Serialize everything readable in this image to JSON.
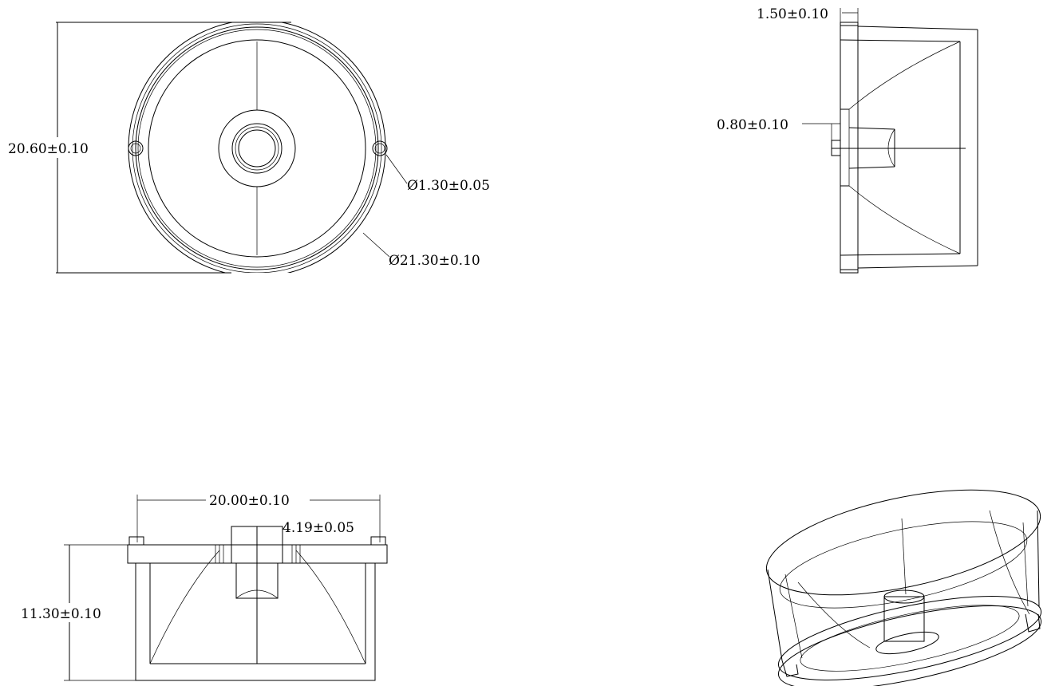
{
  "drawing": {
    "front_view": {
      "height_dim": "20.60±0.10",
      "hole_dim": "Ø1.30±0.05",
      "diameter_dim": "Ø21.30±0.10"
    },
    "side_view": {
      "flange_dim": "1.50±0.10",
      "boss_dim": "0.80±0.10"
    },
    "bottom_view": {
      "width_dim": "20.00±0.10",
      "boss_width_dim": "4.19±0.05",
      "height_dim": "11.30±0.10"
    }
  }
}
